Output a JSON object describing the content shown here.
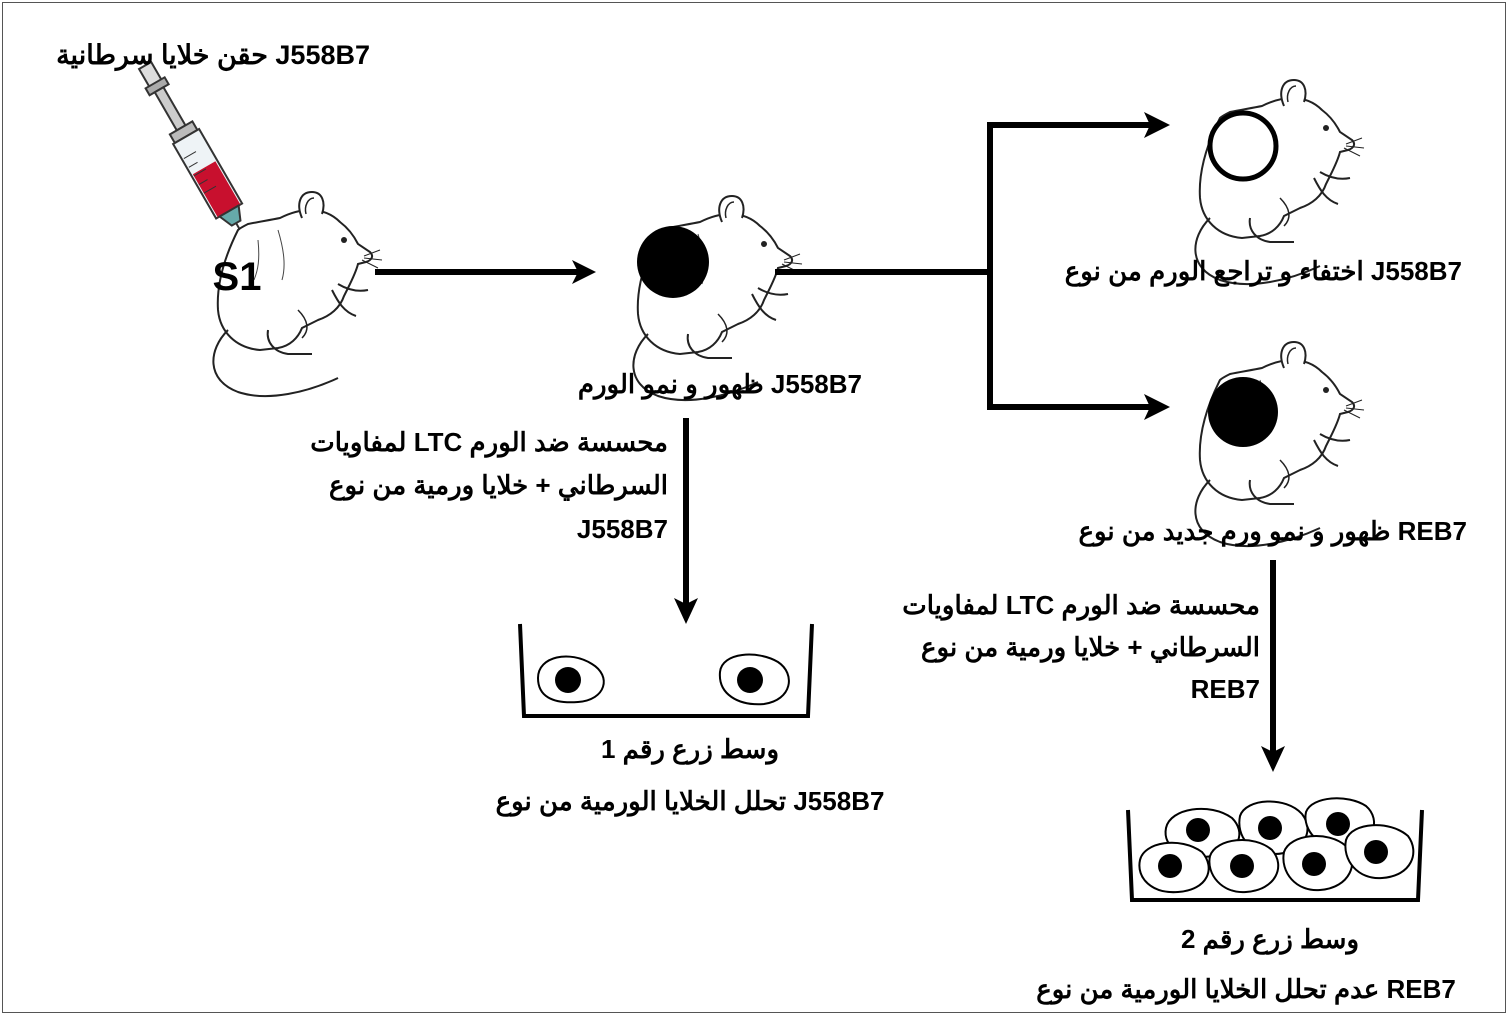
{
  "labels": {
    "injection": "حقن خلايا سرطانية J558B7",
    "mouse_id": "S1",
    "tumor_growth": "ظهور و نمو الورم J558B7",
    "regression": "اختفاء و تراجع الورم  من نوع J558B7",
    "new_tumor": "ظهور و نمو ورم جديد من نوع REB7",
    "ltc_left_1": "لمفاويات LTC محسسة ضد الورم",
    "ltc_left_2": "السرطاني + خلايا ورمية من نوع",
    "ltc_left_3": "J558B7",
    "ltc_right_1": "لمفاويات LTC محسسة ضد الورم",
    "ltc_right_2": "السرطاني + خلايا ورمية من نوع",
    "ltc_right_3": "REB7",
    "culture1_title": "وسط زرع رقم 1",
    "culture1_result": "تحلل الخلايا الورمية من نوع J558B7",
    "culture2_title": "وسط زرع رقم 2",
    "culture2_result": "عدم تحلل الخلايا الورمية من نوع REB7"
  },
  "icons": {
    "syringe": "syringe-icon",
    "mouse": "mouse-icon",
    "tumor": "tumor-icon",
    "culture_dish": "culture-dish-icon",
    "cell": "cell-icon"
  },
  "colors": {
    "line": "#000000",
    "blood": "#c8102e",
    "background": "#ffffff"
  }
}
